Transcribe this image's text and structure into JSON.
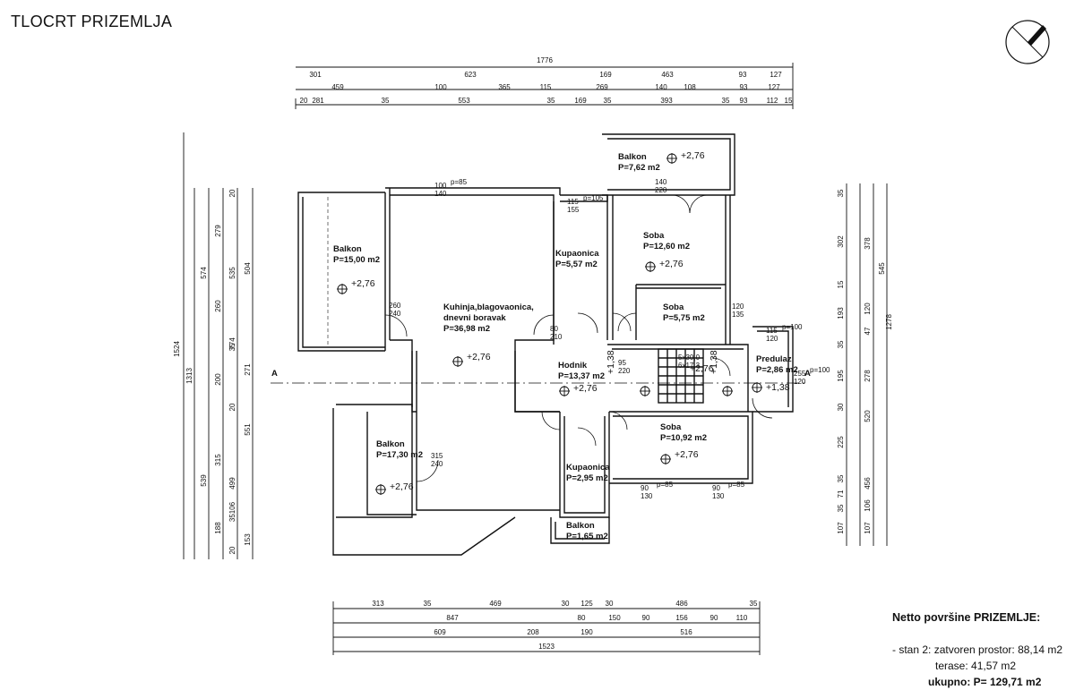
{
  "title": "TLOCRT PRIZEMLJA",
  "north_icon": "north-arrow-icon",
  "section_marker": "A",
  "top_dims": {
    "total": "1776",
    "row1": [
      "301",
      "623",
      "169",
      "463",
      "93",
      "127"
    ],
    "row2": [
      "459",
      "100",
      "365",
      "115",
      "269",
      "140",
      "108",
      "93",
      "127"
    ],
    "row3": [
      "20",
      "281",
      "35",
      "553",
      "35",
      "169",
      "35",
      "393",
      "35",
      "93",
      "112",
      "15"
    ]
  },
  "left_dims": {
    "total": "1524",
    "sub": "1313",
    "colA": [
      "574",
      "539"
    ],
    "colB": [
      "279",
      "260",
      "200",
      "315",
      "188"
    ],
    "colC": [
      "535",
      "774",
      "499"
    ],
    "colD": [
      "504",
      "271",
      "551",
      "153"
    ],
    "colE": [
      "20",
      "35",
      "20",
      "20",
      "35106"
    ]
  },
  "right_dims": {
    "total": "1278",
    "colA": [
      "35",
      "302",
      "15",
      "193",
      "35",
      "195",
      "30",
      "225",
      "35",
      "71",
      "35",
      "107"
    ],
    "colB": [
      "378",
      "120",
      "47",
      "278",
      "520",
      "456",
      "106",
      "107"
    ],
    "colC": [
      "545"
    ]
  },
  "bottom_dims": {
    "row1": [
      "313",
      "35",
      "469",
      "30",
      "125",
      "30",
      "486",
      "35"
    ],
    "row2": [
      "847",
      "80",
      "150",
      "90",
      "156",
      "90",
      "110"
    ],
    "row3": [
      "609",
      "208",
      "190",
      "516"
    ],
    "total": "1523"
  },
  "rooms": [
    {
      "name": "Balkon",
      "area": "P=7,62 m2"
    },
    {
      "name": "Soba",
      "area": "P=12,60 m2"
    },
    {
      "name": "Balkon",
      "area": "P=15,00 m2"
    },
    {
      "name": "Kupaonica",
      "area": "P=5,57 m2"
    },
    {
      "name": "Kuhinja,blagovaonica,",
      "name2": "dnevni boravak",
      "area": "P=36,98 m2"
    },
    {
      "name": "Soba",
      "area": "P=5,75 m2"
    },
    {
      "name": "Hodnik",
      "area": "P=13,37 m2"
    },
    {
      "name": "Predulaz",
      "area": "P=2,86 m2"
    },
    {
      "name": "Balkon",
      "area": "P=17,30 m2"
    },
    {
      "name": "Soba",
      "area": "P=10,92 m2"
    },
    {
      "name": "Kupaonica",
      "area": "P=2,95 m2"
    },
    {
      "name": "Balkon",
      "area": "P=1,65 m2"
    }
  ],
  "levels": [
    "+2,76",
    "+2,76",
    "+2,76",
    "+2,76",
    "+2,76",
    "+2,76",
    "+2,76",
    "+1,38",
    "+1,38",
    "+1,38",
    "+2,76"
  ],
  "openings": [
    {
      "w": "100",
      "h": "140",
      "sill": "p=85"
    },
    {
      "w": "115",
      "h": "155",
      "sill": "p=105"
    },
    {
      "w": "140",
      "h": "220"
    },
    {
      "w": "260",
      "h": "240"
    },
    {
      "w": "80",
      "h": "210"
    },
    {
      "w": "120",
      "h": "135"
    },
    {
      "w": "115",
      "h": "120",
      "sill": "p=100"
    },
    {
      "w": "95",
      "h": "220"
    },
    {
      "w": "255",
      "h": "120",
      "sill": "p=100"
    },
    {
      "w": "315",
      "h": "240"
    },
    {
      "w": "90",
      "h": "130",
      "sill": "p=85"
    },
    {
      "w": "90",
      "h": "130",
      "sill": "p=85"
    }
  ],
  "stair": {
    "label1": "5x30,0",
    "label2": "6x17,3"
  },
  "summary": {
    "title": "Netto površine PRIZEMLJE:",
    "line1": "- stan 2: zatvoren prostor: 88,14 m2",
    "line2": "terase: 41,57 m2",
    "line3": "ukupno: P= 129,71 m2"
  }
}
